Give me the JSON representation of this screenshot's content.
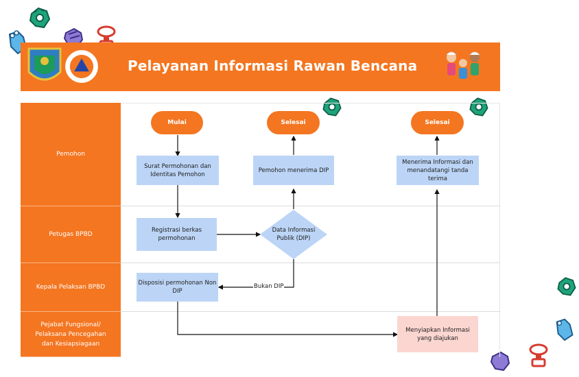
{
  "header": {
    "title": "Pelayanan Informasi Rawan Bencana",
    "color": "#f47621"
  },
  "lanes": [
    {
      "label": "Pemohon"
    },
    {
      "label": "Petugas BPBD"
    },
    {
      "label": "Kepala Pelaksan BPBD"
    },
    {
      "label": "Pejabat Fungsional/ Pelaksana Pencegahan dan Kesiapsiagaan"
    }
  ],
  "nodes": {
    "mulai": "Mulai",
    "selesai_1": "Selesai",
    "selesai_2": "Selesai",
    "surat": "Surat Permohonan dan Identitas Pemohon",
    "menerima_dip": "Pemohon menerima DIP",
    "menerima_info": "Menerima Informasi dan menandatangi tanda terima",
    "registrasi": "Registrasi berkas permohonan",
    "dip_decision": "Data Informasi Publik (DIP)",
    "disposisi": "Disposisi permohonan Non DIP",
    "menyiapkan": "Menyiapkan Informasi yang diajukan"
  },
  "edge_labels": {
    "bukan_dip": "Bukan DIP"
  },
  "colors": {
    "accent": "#f47621",
    "process": "#bcd5f6",
    "process_alt": "#fbd6d1",
    "decoration_green": "#1fa37a",
    "decoration_purple": "#8d7bd6"
  },
  "decorations": [
    "hand-icon",
    "fist-icon",
    "trophy-icon",
    "cheering-people-icon"
  ]
}
